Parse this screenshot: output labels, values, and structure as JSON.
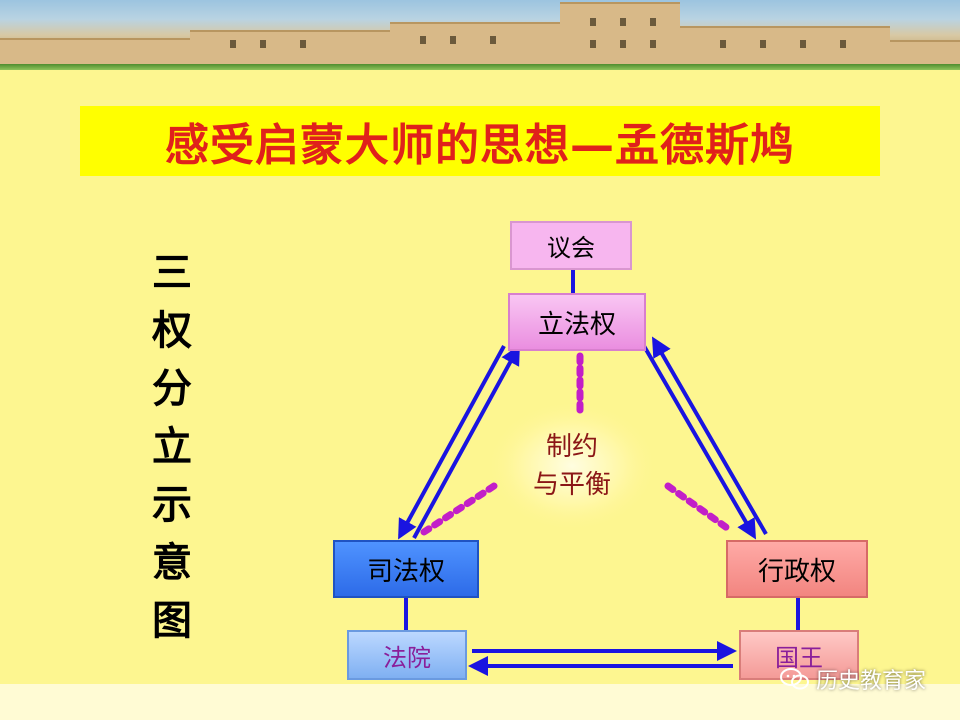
{
  "title": "感受启蒙大师的思想—孟德斯鸠",
  "vertical_label": [
    "三",
    "权",
    "分",
    "立",
    "示",
    "意",
    "图"
  ],
  "nodes": {
    "parliament": "议会",
    "legislative": "立法权",
    "judicial": "司法权",
    "executive": "行政权",
    "court": "法院",
    "king": "国王"
  },
  "center": {
    "line1": "制约",
    "line2": "与平衡"
  },
  "watermark": "历史教育家",
  "colors": {
    "background": "#fdf690",
    "title_bar": "#ffff00",
    "title_text": "#e0211b",
    "arrow": "#1a14e0",
    "dotted": "#c21fc8",
    "center_glow": "#fff6a0"
  },
  "icons": {
    "watermark": "wechat-icon"
  }
}
